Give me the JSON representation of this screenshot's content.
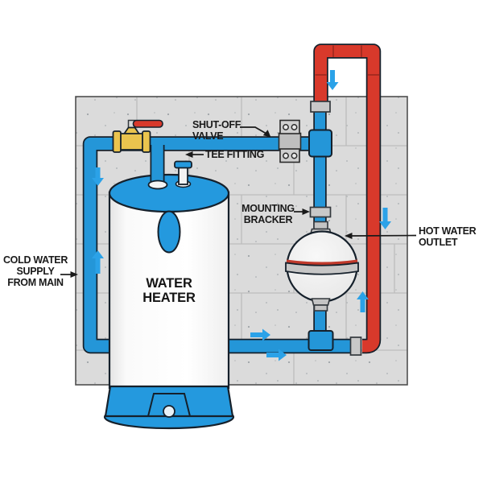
{
  "diagram_type": "water-heater-plumbing-diagram",
  "labels": {
    "shutoff_valve": {
      "lines": [
        "SHUT-OFF",
        "VALVE"
      ]
    },
    "tee_fitting": {
      "lines": [
        "TEE FITTING"
      ]
    },
    "mounting_bracket": {
      "lines": [
        "MOUNTING",
        "BRACKER"
      ]
    },
    "hot_water_outlet": {
      "lines": [
        "HOT WATER",
        "OUTLET"
      ]
    },
    "cold_water_supply": {
      "lines": [
        "COLD WATER",
        "SUPPLY",
        "FROM MAIN"
      ]
    },
    "water_heater": {
      "lines": [
        "WATER",
        "HEATER"
      ]
    }
  },
  "flow_arrows": [
    {
      "id": "cold-supply-top",
      "direction": "down"
    },
    {
      "id": "cold-supply-lower",
      "direction": "up"
    },
    {
      "id": "riser-left-red",
      "direction": "down"
    },
    {
      "id": "hot-right-red",
      "direction": "down"
    },
    {
      "id": "near-tank-sphere",
      "direction": "up"
    },
    {
      "id": "bottom-run-upper",
      "direction": "right"
    },
    {
      "id": "bottom-run-lower",
      "direction": "right"
    }
  ],
  "colors": {
    "pipe_blue": "#2496D8",
    "pipe_red": "#D8392B",
    "flow_arrow_blue": "#2BA2E8",
    "brass_valve": "#EAC44E",
    "valve_handle_red": "#D8392B",
    "wall_gray": "#DBDBDB",
    "fitting_gray": "#C8C8C8",
    "tank_trim_blue": "#2499DE",
    "outline": "#15202B"
  }
}
